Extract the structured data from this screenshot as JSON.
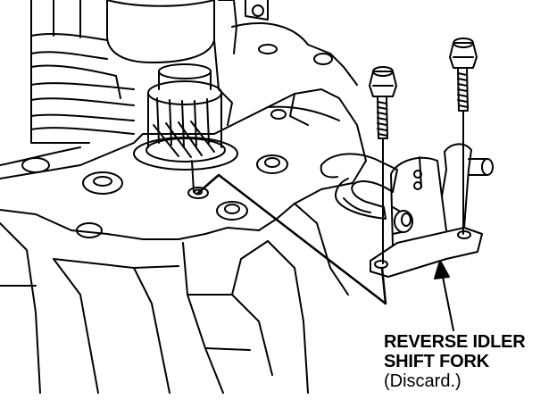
{
  "figure": {
    "parts": [
      "transmission-housing",
      "gear-cluster",
      "reverse-idler-gear",
      "mounting-bolt-left",
      "mounting-bolt-right",
      "reverse-idler-shift-fork"
    ]
  },
  "callout": {
    "line1": "REVERSE IDLER",
    "line2": "SHIFT FORK",
    "line3": "(Discard.)"
  },
  "colors": {
    "ink": "#000000",
    "paper": "#ffffff"
  }
}
